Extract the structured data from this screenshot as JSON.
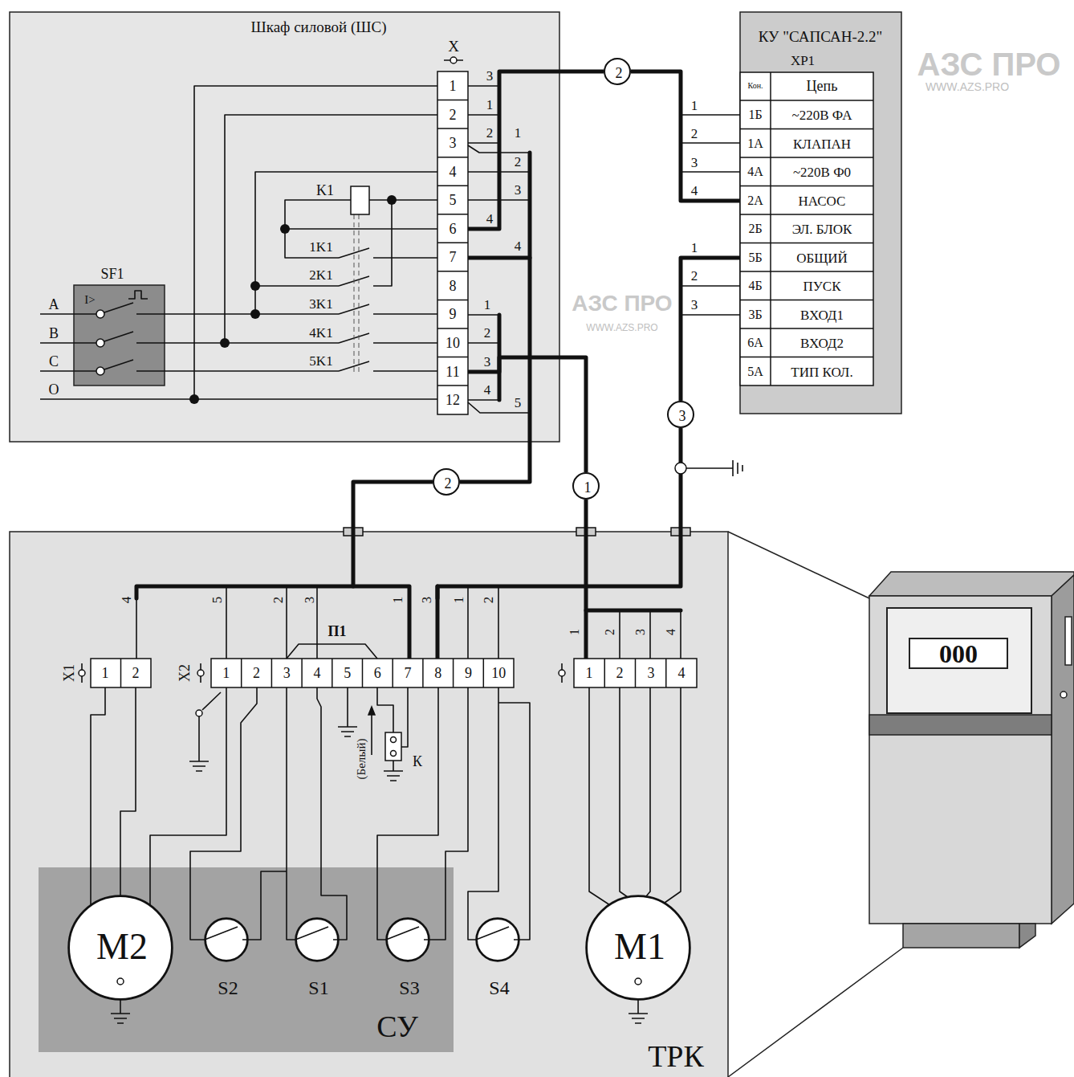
{
  "diagram": {
    "nodes": [
      {
        "text": [
          "Шкаф силовой (ШС)"
        ]
      },
      {
        "text": [
          "X"
        ],
        "in": 0
      },
      {
        "text": [
          "K1"
        ],
        "in": 0
      },
      {
        "text": [
          "SF1"
        ],
        "in": 0
      },
      {
        "text": [
          "КУ \"САПСАН-2.2\"",
          "XP1"
        ]
      },
      {
        "text": [
          "2"
        ]
      },
      {
        "text": [
          "3"
        ]
      },
      {
        "text": [
          "2"
        ]
      },
      {
        "text": [
          "1"
        ]
      },
      {
        "text": [
          "ТРК"
        ]
      },
      {
        "text": [
          "X1"
        ],
        "in": 9
      },
      {
        "text": [
          "X2"
        ],
        "in": 9
      },
      {
        "text": [
          "К"
        ],
        "in": 9
      },
      {
        "text": [
          "СУ"
        ],
        "in": 9
      },
      {
        "text": [
          "M2"
        ],
        "in": 13
      },
      {
        "text": [
          "S2"
        ],
        "in": 13
      },
      {
        "text": [
          "S1"
        ],
        "in": 13
      },
      {
        "text": [
          "S3"
        ],
        "in": 13
      },
      {
        "text": [
          "S4"
        ],
        "in": 9
      },
      {
        "text": [
          "M1"
        ],
        "in": 9
      },
      {
        "text": [
          "1",
          "2",
          "3",
          "4"
        ],
        "in": 9
      },
      {
        "text": [
          "000"
        ]
      }
    ],
    "edges": [
      {
        "from": 1,
        "to": 5,
        "arrow": "none"
      },
      {
        "from": 5,
        "to": 4,
        "arrow": "none"
      },
      {
        "from": 1,
        "to": 7,
        "arrow": "none"
      },
      {
        "from": 7,
        "to": 11,
        "arrow": "none"
      },
      {
        "from": 1,
        "to": 8,
        "arrow": "none"
      },
      {
        "from": 8,
        "to": 20,
        "arrow": "none"
      },
      {
        "from": 4,
        "to": 6,
        "arrow": "none"
      },
      {
        "from": 6,
        "to": 11,
        "arrow": "none"
      }
    ],
    "labels": [
      "1",
      "2",
      "3",
      "4",
      "5",
      "6",
      "7",
      "8",
      "9",
      "10",
      "11",
      "12",
      "3",
      "1",
      "2",
      "4",
      "1",
      "2",
      "3",
      "4",
      "5",
      "1",
      "2",
      "3",
      "4",
      "1K1",
      "2K1",
      "3K1",
      "4K1",
      "5K1",
      "I>",
      "A",
      "B",
      "C",
      "O",
      "Кон.",
      "Цепь",
      "1Б",
      "~220В ФА",
      "1А",
      "КЛАПАН",
      "4А",
      "~220В Ф0",
      "2А",
      "НАСОС",
      "2Б",
      "ЭЛ. БЛОК",
      "5Б",
      "ОБЩИЙ",
      "4Б",
      "ПУСК",
      "3Б",
      "ВХОД1",
      "6А",
      "ВХОД2",
      "5А",
      "ТИП КОЛ.",
      "1",
      "2",
      "3",
      "4",
      "1",
      "2",
      "3",
      "4",
      "5",
      "2",
      "3",
      "1",
      "3",
      "1",
      "2",
      "1",
      "2",
      "3",
      "4",
      "1",
      "2",
      "1",
      "2",
      "3",
      "4",
      "5",
      "6",
      "7",
      "8",
      "9",
      "10",
      "П1",
      "(Белый)",
      "АЗС ПРО",
      "WWW.AZS.PRO",
      "АЗС ПРО",
      "WWW.AZS.PRO"
    ]
  }
}
